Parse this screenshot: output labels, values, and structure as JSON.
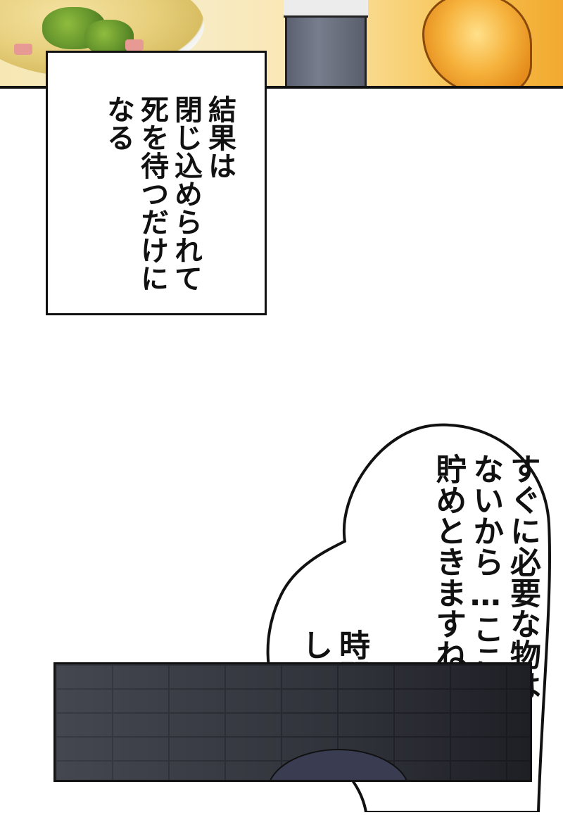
{
  "narration": {
    "lines": [
      "結果は",
      "閉じ込められて",
      "死を待つだけに",
      "なる"
    ]
  },
  "speech_bubble": {
    "lines": [
      "すぐに必要な物は",
      "ないから…ここは",
      "貯めときますね"
    ],
    "lines2": [
      "時間もないし"
    ]
  },
  "colors": {
    "ink": "#111111",
    "wall": "#2e3038",
    "food_orange": "#f2a92f"
  }
}
